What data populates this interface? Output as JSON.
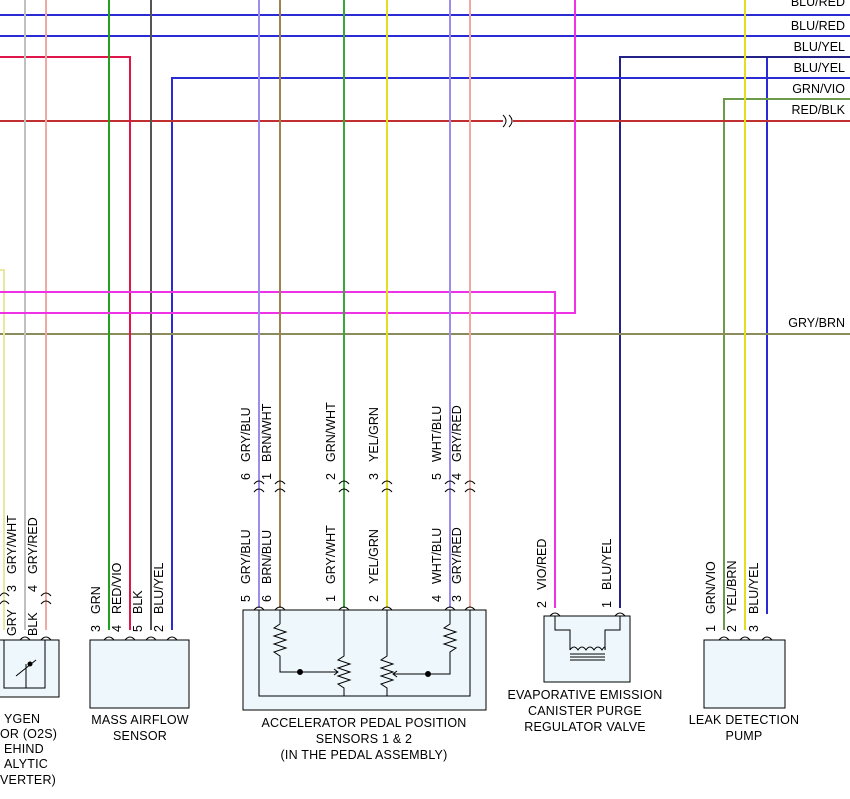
{
  "colors": {
    "blue": "#2b2bd6",
    "red": "#d42a2a",
    "green": "#22a01e",
    "brown": "#7a4a2a",
    "magenta": "#f032e6",
    "crimson": "#e0154a",
    "lavender": "#9c8cf0",
    "yellow": "#e0e020",
    "gray": "#b8b8b8",
    "dark_gray": "#555555",
    "navy": "#222288",
    "olive": "#8c8c5a",
    "salmon": "#f0a8a0",
    "khaki": "#c8c878",
    "pale_yellow": "#f0f0a0",
    "box_fill": "#eef7fb"
  },
  "right_labels": {
    "r1": "BLU/RED",
    "r2": "BLU/RED",
    "r3": "BLU/YEL",
    "r4": "BLU/YEL",
    "r5": "GRN/VIO",
    "r6": "RED/BLK",
    "r7": "GRY/BRN"
  },
  "o2s": {
    "upper_pins": [
      {
        "num": "3",
        "color": "GRY/WHT"
      },
      {
        "num": "4",
        "color": "GRY/RED"
      }
    ],
    "lower_labels": [
      "GRY",
      "BLK"
    ],
    "name_lines": [
      "YGEN",
      "OR (O2S)",
      "EHIND",
      "ALYTIC",
      "VERTER)"
    ]
  },
  "maf": {
    "pins": [
      {
        "num": "3",
        "color": "GRN"
      },
      {
        "num": "4",
        "color": "RED/VIO"
      },
      {
        "num": "5",
        "color": "BLK"
      },
      {
        "num": "2",
        "color": "BLU/YEL"
      }
    ],
    "name_lines": [
      "MASS AIRFLOW",
      "SENSOR"
    ]
  },
  "app": {
    "top_pins": [
      {
        "num": "6",
        "color": "GRY/BLU"
      },
      {
        "num": "1",
        "color": "BRN/WHT"
      },
      {
        "num": "2",
        "color": "GRN/WHT"
      },
      {
        "num": "3",
        "color": "YEL/GRN"
      },
      {
        "num": "5",
        "color": "WHT/BLU"
      },
      {
        "num": "4",
        "color": "GRY/RED"
      }
    ],
    "bottom_pins": [
      {
        "num": "5",
        "color": "GRY/BLU"
      },
      {
        "num": "6",
        "color": "BRN/BLU"
      },
      {
        "num": "1",
        "color": "GRY/WHT"
      },
      {
        "num": "2",
        "color": "YEL/GRN"
      },
      {
        "num": "4",
        "color": "WHT/BLU"
      },
      {
        "num": "3",
        "color": "GRY/RED"
      }
    ],
    "name_lines": [
      "ACCELERATOR PEDAL POSITION",
      "SENSORS 1 & 2",
      "(IN THE PEDAL ASSEMBLY)"
    ]
  },
  "evap": {
    "pins": [
      {
        "num": "2",
        "color": "VIO/RED"
      },
      {
        "num": "1",
        "color": "BLU/YEL"
      }
    ],
    "name_lines": [
      "EVAPORATIVE EMISSION",
      "CANISTER PURGE",
      "REGULATOR VALVE"
    ]
  },
  "ldp": {
    "pins": [
      {
        "num": "1",
        "color": "GRN/VIO"
      },
      {
        "num": "2",
        "color": "YEL/BRN"
      },
      {
        "num": "3",
        "color": "BLU/YEL"
      }
    ],
    "name_lines": [
      "LEAK DETECTION",
      "PUMP"
    ]
  }
}
